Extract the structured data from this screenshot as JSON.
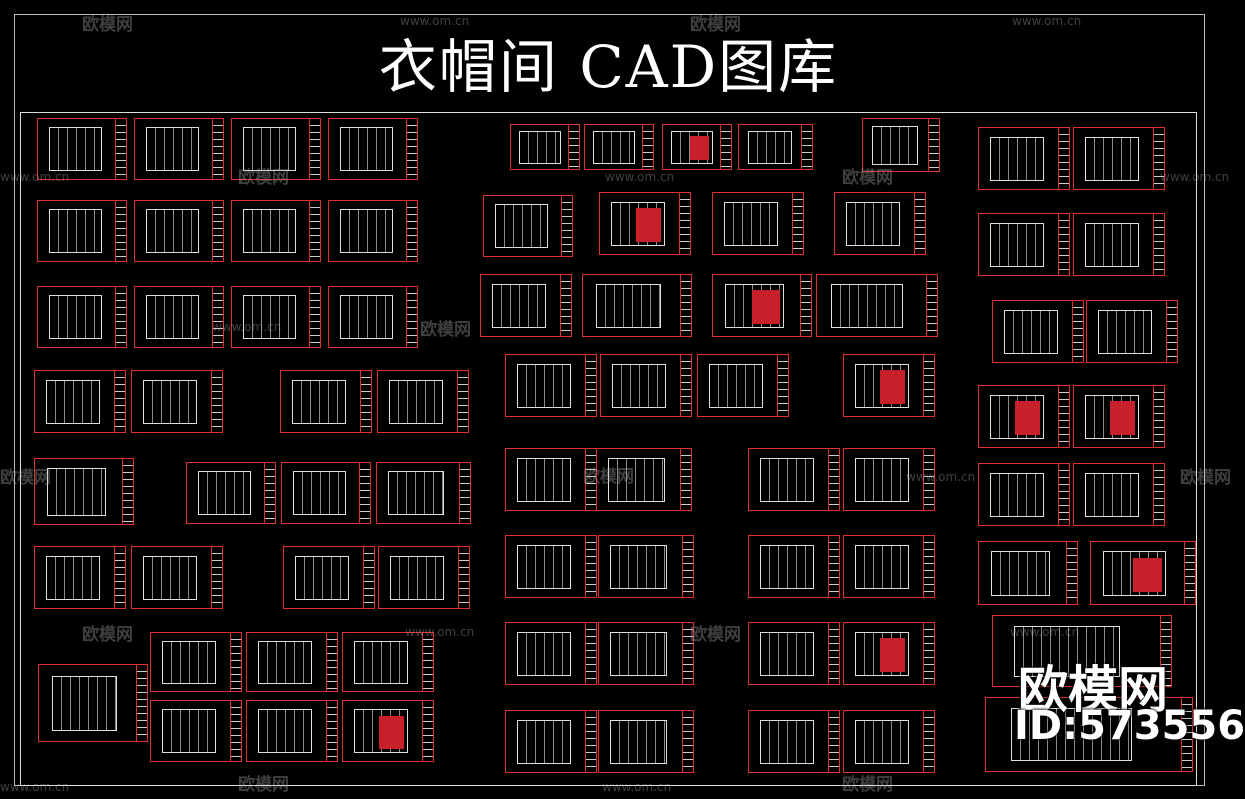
{
  "title": "衣帽间 CAD图库",
  "watermark": {
    "brand": "欧模网",
    "url": "www.om.cn",
    "logo_text": "欧模网",
    "logo_id": "ID:573556"
  },
  "colors": {
    "background": "#000000",
    "frame": "#e03030",
    "line": "#dddddd",
    "fill_red": "#c8202a"
  }
}
